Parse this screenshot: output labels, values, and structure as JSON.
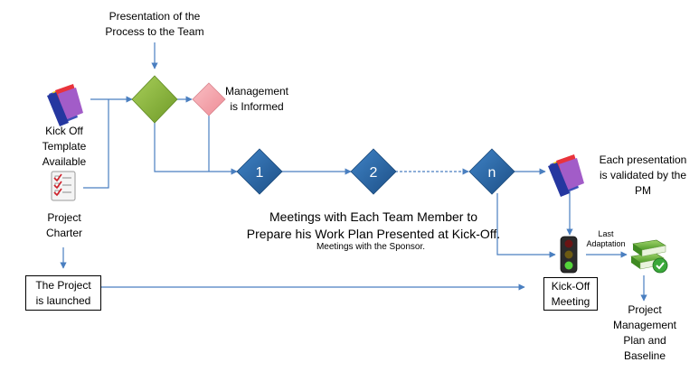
{
  "labels": {
    "presentation": [
      "Presentation of the",
      "Process to the Team"
    ],
    "kickoff_template": [
      "Kick Off",
      "Template",
      "Available"
    ],
    "project_charter": [
      "Project",
      "Charter"
    ],
    "management": [
      "Management",
      "is Informed"
    ],
    "project_launched": [
      "The Project",
      "is launched"
    ],
    "meetings_team": [
      "Meetings with Each Team Member to",
      "Prepare his Work Plan Presented at Kick-Off."
    ],
    "meetings_sponsor": "Meetings with the Sponsor.",
    "validated": [
      "Each presentation",
      "is validated by the",
      "PM"
    ],
    "last_adaptation": [
      "Last",
      "Adaptation"
    ],
    "kickoff_meeting": [
      "Kick-Off",
      "Meeting"
    ],
    "pm_plan": [
      "Project",
      "Management",
      "Plan and",
      "Baseline"
    ]
  },
  "nodes": {
    "n1": "1",
    "n2": "2",
    "nn": "n"
  },
  "colors": {
    "green_diamond": "#8fba3d",
    "pink_diamond": "#f5a3ab",
    "blue_diamond": "#2a6aa9",
    "connector": "#4a7fc0"
  }
}
